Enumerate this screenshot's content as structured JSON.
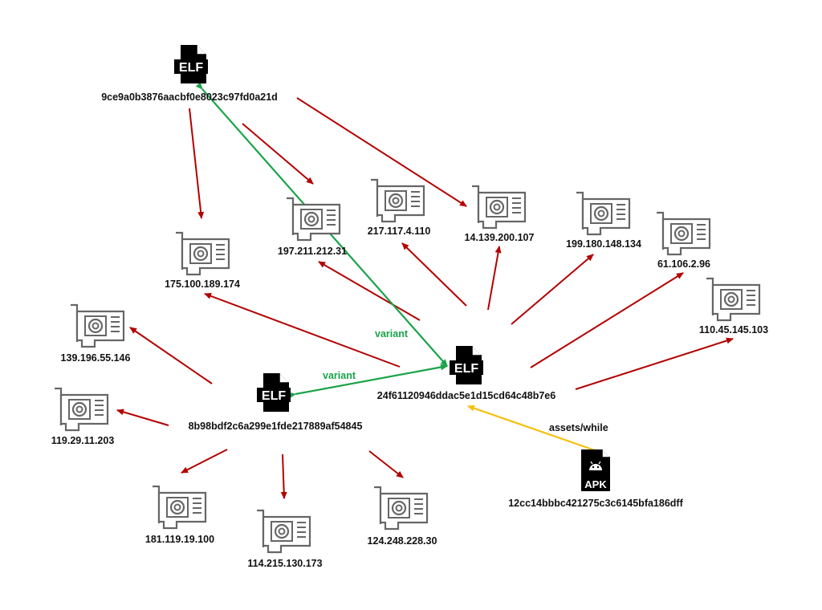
{
  "colors": {
    "red_edge": "#b30000",
    "green_edge": "#1aa34a",
    "yellow_edge": "#f5c00f",
    "icon_gray": "#666666"
  },
  "files": {
    "elf_top": {
      "tag": "ELF",
      "hash": "9ce9a0b3876aacbf0e8023c97fd0a21d"
    },
    "elf_center": {
      "tag": "ELF",
      "hash": "24f61120946ddac5e1d15cd64c48b7e6"
    },
    "elf_left": {
      "tag": "ELF",
      "hash": "8b98bdf2c6a299e1fde217889af54845"
    },
    "apk": {
      "tag": "APK",
      "hash": "12cc14bbbc421275c3c6145bfa186dff"
    }
  },
  "hosts": [
    "197.211.212.31",
    "217.117.4.110",
    "14.139.200.107",
    "199.180.148.134",
    "61.106.2.96",
    "175.100.189.174",
    "110.45.145.103",
    "139.196.55.146",
    "119.29.11.203",
    "181.119.19.100",
    "114.215.130.173",
    "124.248.228.30"
  ],
  "edge_labels": {
    "variant_top": "variant",
    "variant_left": "variant",
    "assets": "assets/while"
  }
}
